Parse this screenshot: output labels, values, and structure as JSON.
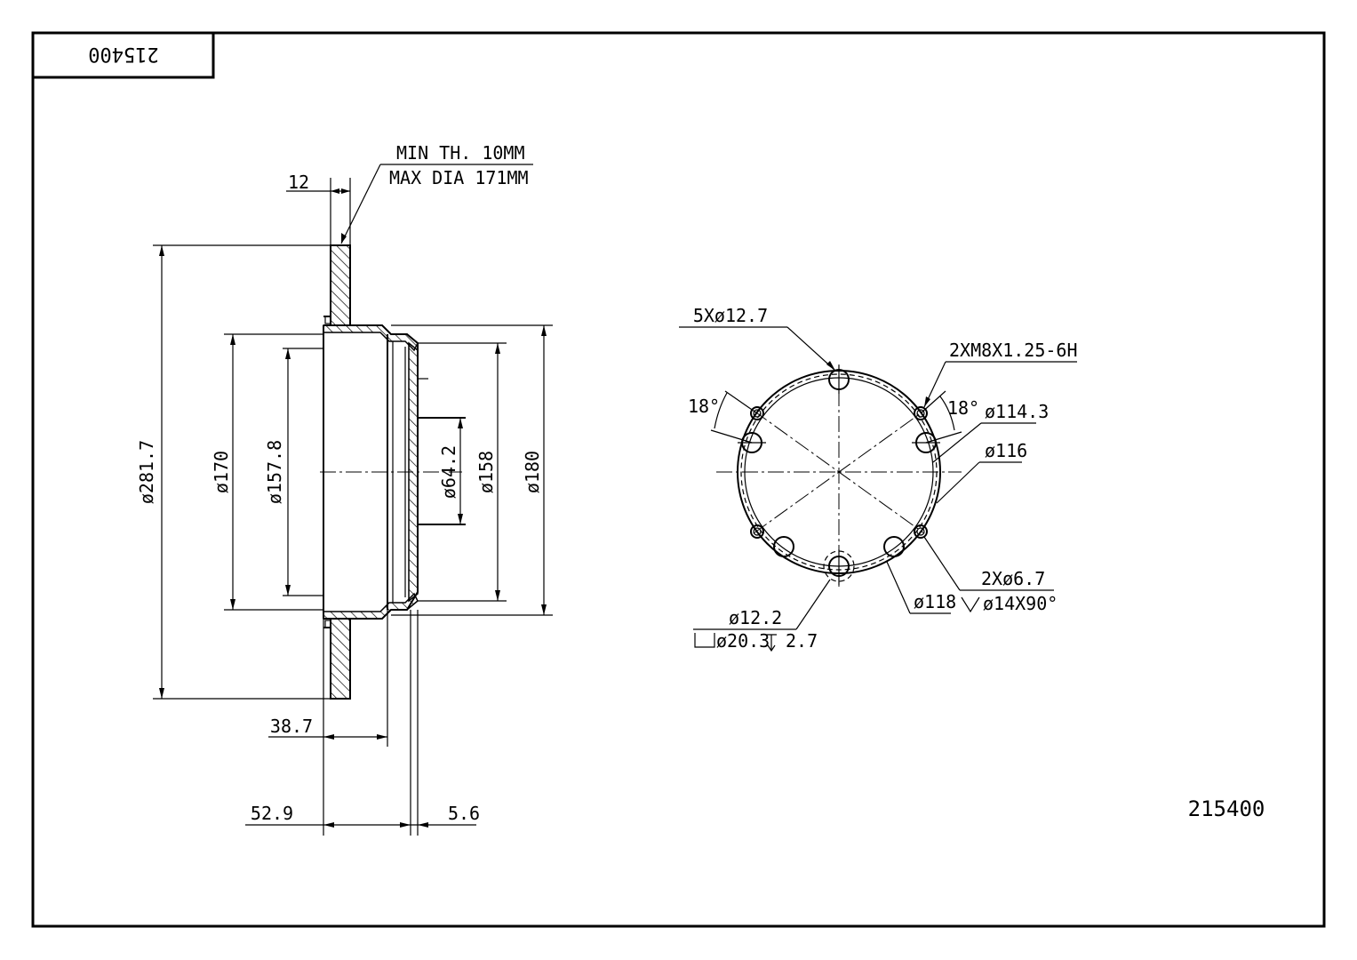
{
  "part_number_box": "215400",
  "part_number": "215400",
  "notes": {
    "min_thickness": "MIN TH. 10MM",
    "max_diameter": "MAX DIA 171MM"
  },
  "side_view": {
    "disc_thickness": "12",
    "outer_diameter": "ø281.7",
    "drum_diameter": "ø170",
    "inner_drum_diameter": "ø157.8",
    "center_bore": "ø64.2",
    "hub_face_diameter": "ø158",
    "hub_outer_diameter": "ø180",
    "offset_38": "38.7",
    "total_height": "52.9",
    "hub_thickness": "5.6"
  },
  "front_view": {
    "bolt_holes": "5Xø12.7",
    "threaded_holes": "2XM8X1.25-6H",
    "angle_left": "18°",
    "angle_right": "18°",
    "pcd": "ø114.3",
    "circle_116": "ø116",
    "holes_67": "2Xø6.7",
    "countersink": "ø14X90°",
    "circle_118": "ø118",
    "pin_hole": "ø12.2",
    "counterbore": "ø20.3",
    "counterbore_depth": "2.7"
  }
}
